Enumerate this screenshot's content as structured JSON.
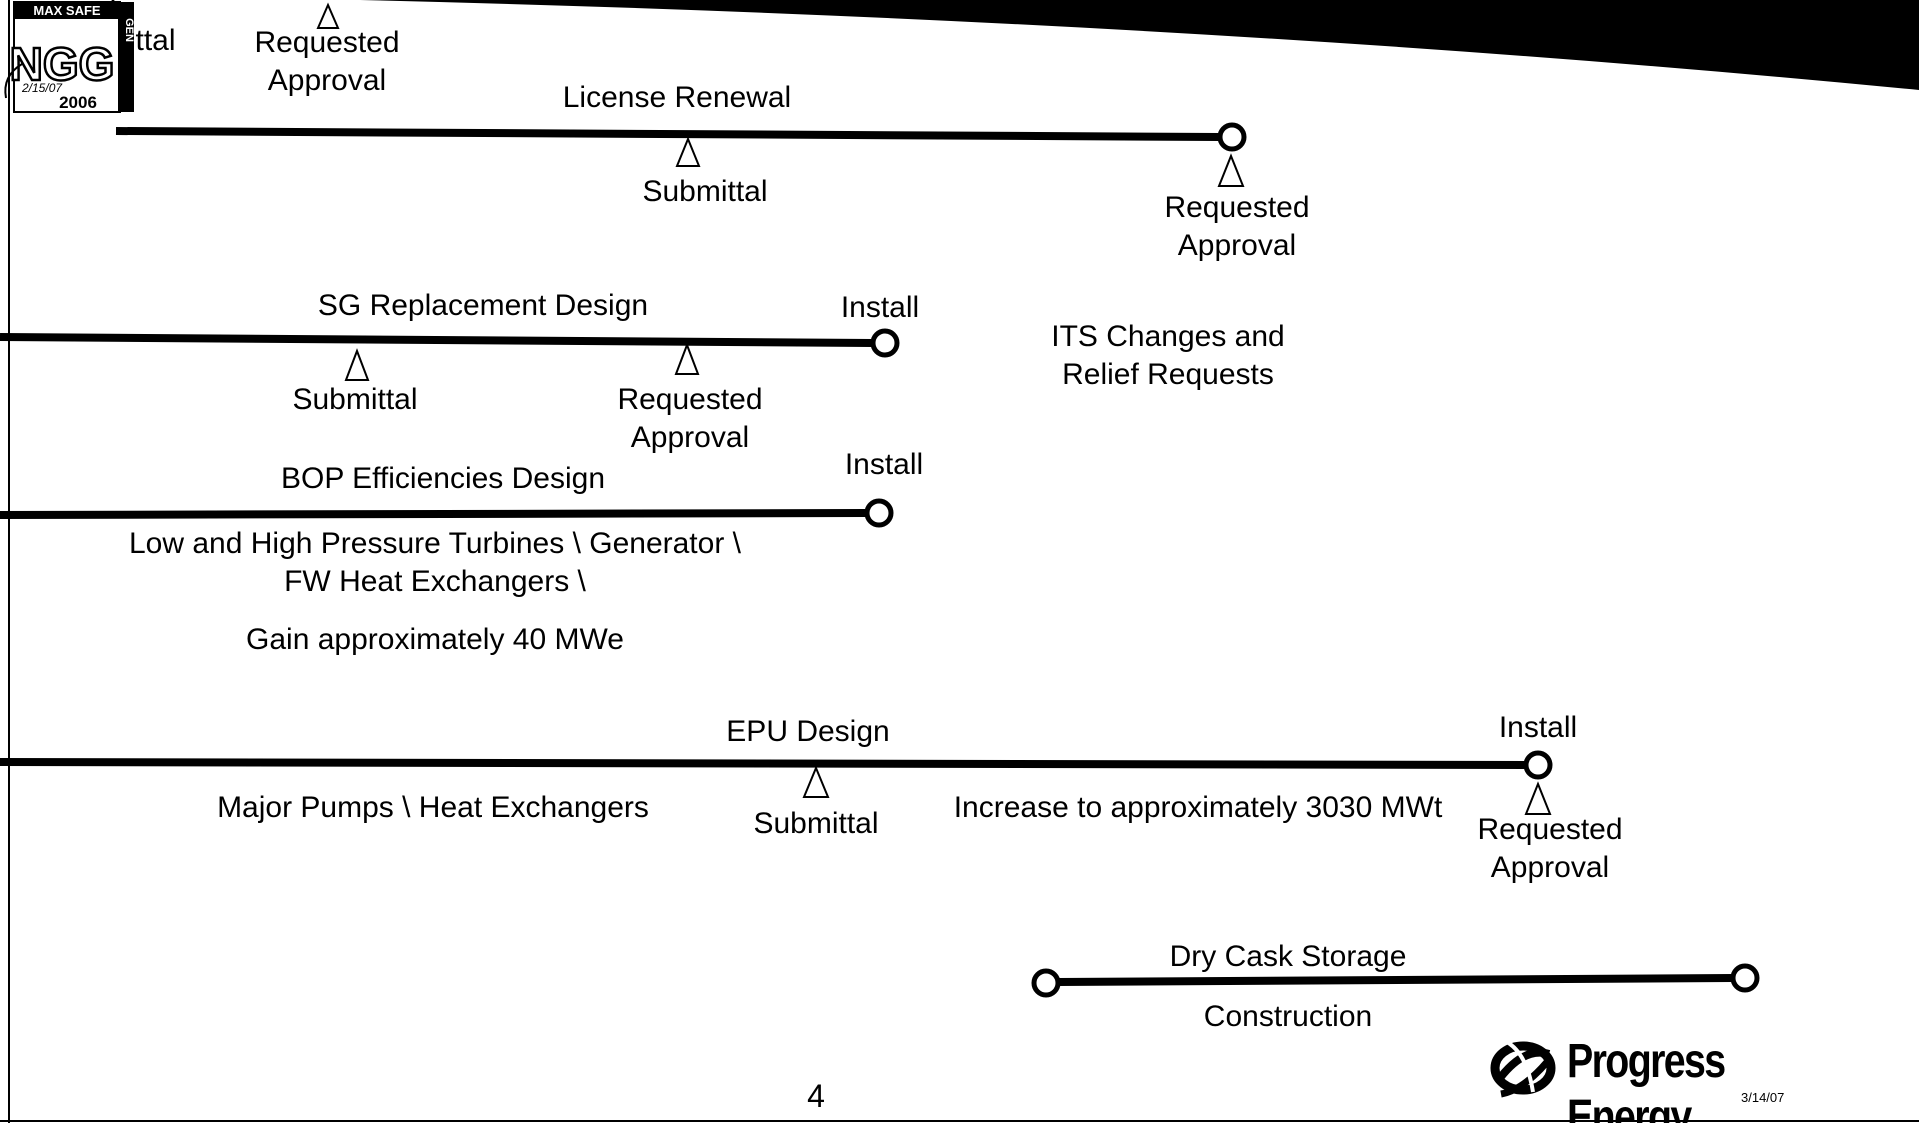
{
  "top_carryover": {
    "submittal": "Submittal",
    "requested_approval_line1": "Requested",
    "requested_approval_line2": "Approval"
  },
  "license_renewal": {
    "title": "License Renewal",
    "submittal": "Submittal",
    "requested_approval_line1": "Requested",
    "requested_approval_line2": "Approval"
  },
  "sg_replacement": {
    "title": "SG Replacement Design",
    "install": "Install",
    "submittal": "Submittal",
    "requested_approval_line1": "Requested",
    "requested_approval_line2": "Approval"
  },
  "its_changes": {
    "line1": "ITS Changes and",
    "line2": "Relief Requests"
  },
  "bop": {
    "title": "BOP Efficiencies  Design",
    "install": "Install",
    "desc_line1": "Low and High Pressure Turbines \\ Generator \\",
    "desc_line2": "FW Heat Exchangers \\",
    "gain": "Gain approximately 40 MWe"
  },
  "epu": {
    "title": "EPU Design",
    "install": "Install",
    "submittal": "Submittal",
    "scope": "Major Pumps \\ Heat Exchangers",
    "increase": "Increase to approximately 3030 MWt",
    "requested_approval_line1": "Requested",
    "requested_approval_line2": "Approval"
  },
  "dry_cask": {
    "title": "Dry Cask Storage",
    "subtitle": "Construction"
  },
  "footer": {
    "page_number": "4",
    "company": "Progress Energy",
    "date": "3/14/07",
    "badge": {
      "top": "MAX SAFE",
      "side": "GEN",
      "main": "NGG",
      "handwritten_date": "2/15/07",
      "year": "2006"
    }
  },
  "colors": {
    "ink": "#000000",
    "background": "#ffffff"
  }
}
